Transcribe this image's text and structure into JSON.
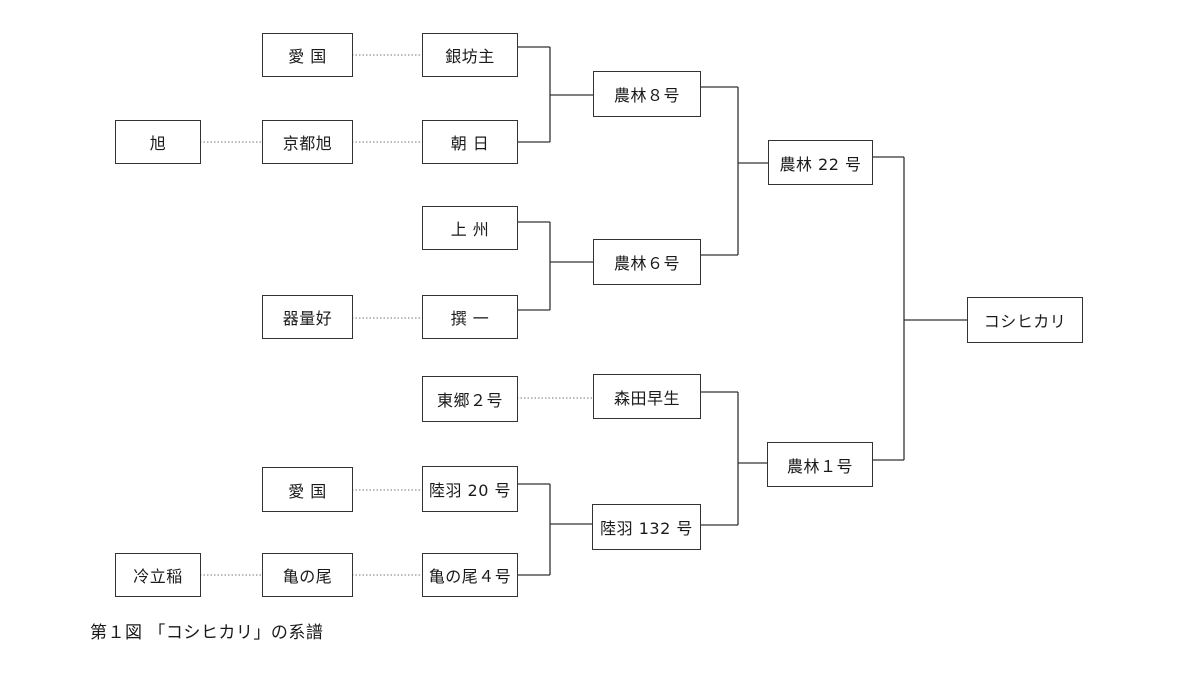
{
  "nodes": {
    "aikoku_top": "愛 国",
    "ginbozu": "銀坊主",
    "asahi_root": "旭",
    "kyoto_asahi": "京都旭",
    "asahi": "朝 日",
    "norin8": "農林８号",
    "joshu": "上 州",
    "kiryoyoshi": "器量好",
    "senichi": "撰 一",
    "norin6": "農林６号",
    "norin22": "農林 22 号",
    "koshihikari": "コシヒカリ",
    "togo2": "東郷２号",
    "moritawase": "森田早生",
    "norin1": "農林１号",
    "aikoku_bottom": "愛 国",
    "rikuu20": "陸羽 20 号",
    "rikuu132": "陸羽 132 号",
    "reiritsuine": "冷立稲",
    "kamenoo": "亀の尾",
    "kamenoo4": "亀の尾４号"
  },
  "caption": "第１図 「コシヒカリ」の系譜"
}
